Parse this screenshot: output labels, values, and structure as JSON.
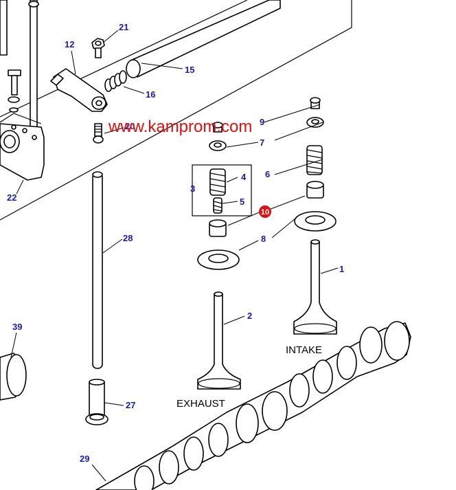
{
  "watermark": "www.kamprom.com",
  "colors": {
    "callout": "#1a1aa8",
    "watermark": "#e01010",
    "line": "#000000",
    "highlight": "#dd1111"
  },
  "callouts": {
    "n1": "1",
    "n2": "2",
    "n3": "3",
    "n4": "4",
    "n5": "5",
    "n6": "6",
    "n7": "7",
    "n8": "8",
    "n9": "9",
    "n10": "10",
    "n12": "12",
    "n15": "15",
    "n16": "16",
    "n20": "20",
    "n21": "21",
    "n22": "22",
    "n27": "27",
    "n28": "28",
    "n29": "29",
    "n39": "39"
  },
  "labels": {
    "intake": "INTAKE",
    "exhaust": "EXHAUST"
  }
}
